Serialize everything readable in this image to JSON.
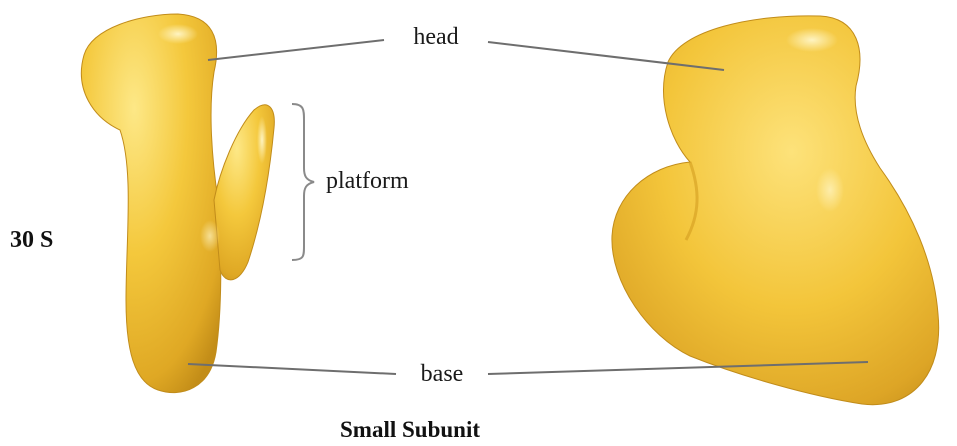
{
  "labels": {
    "head": "head",
    "platform": "platform",
    "base": "base",
    "subunit_size": "30 S",
    "caption": "Small Subunit"
  },
  "colors": {
    "body": "#f2c436",
    "body_light": "#fde27a",
    "body_dark": "#c9961a",
    "leader": "#6e6e6e",
    "bracket": "#8a8a8a"
  }
}
